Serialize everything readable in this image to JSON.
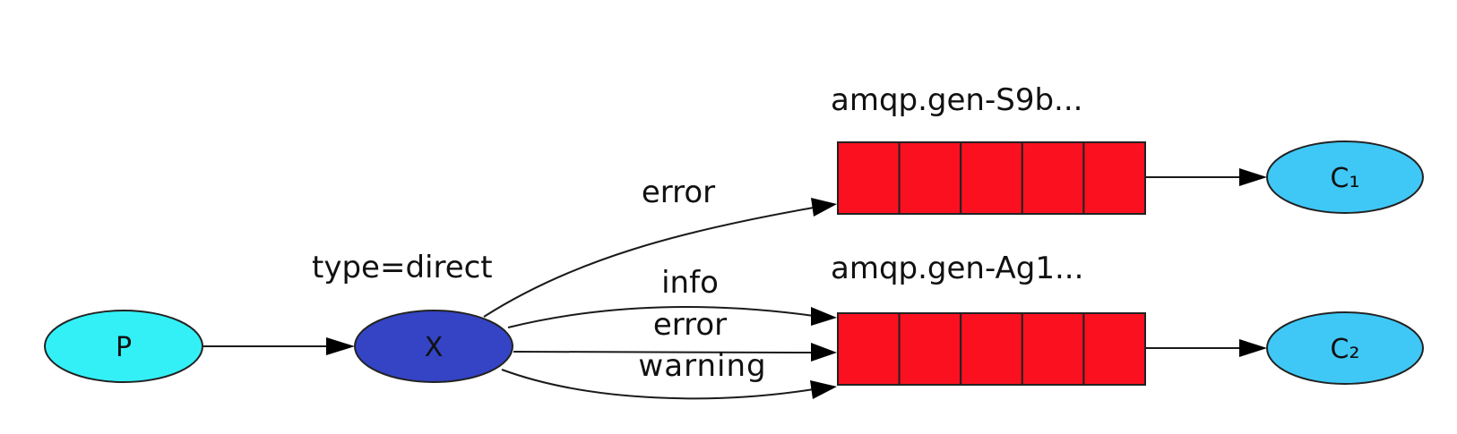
{
  "producer": {
    "label": "P",
    "color": "#33f0f7"
  },
  "exchange": {
    "label": "X",
    "type_label": "type=direct",
    "color": "#3444c4"
  },
  "queues": [
    {
      "name": "amqp.gen-S9b...",
      "color": "#fb1020",
      "slots": 5
    },
    {
      "name": "amqp.gen-Ag1...",
      "color": "#fb1020",
      "slots": 5
    }
  ],
  "consumers": [
    {
      "label": "C₁",
      "color": "#3fc8f6"
    },
    {
      "label": "C₂",
      "color": "#3fc8f6"
    }
  ],
  "bindings": [
    {
      "key": "error",
      "queue": 0
    },
    {
      "key": "info",
      "queue": 1
    },
    {
      "key": "error",
      "queue": 1
    },
    {
      "key": "warning",
      "queue": 1
    }
  ]
}
